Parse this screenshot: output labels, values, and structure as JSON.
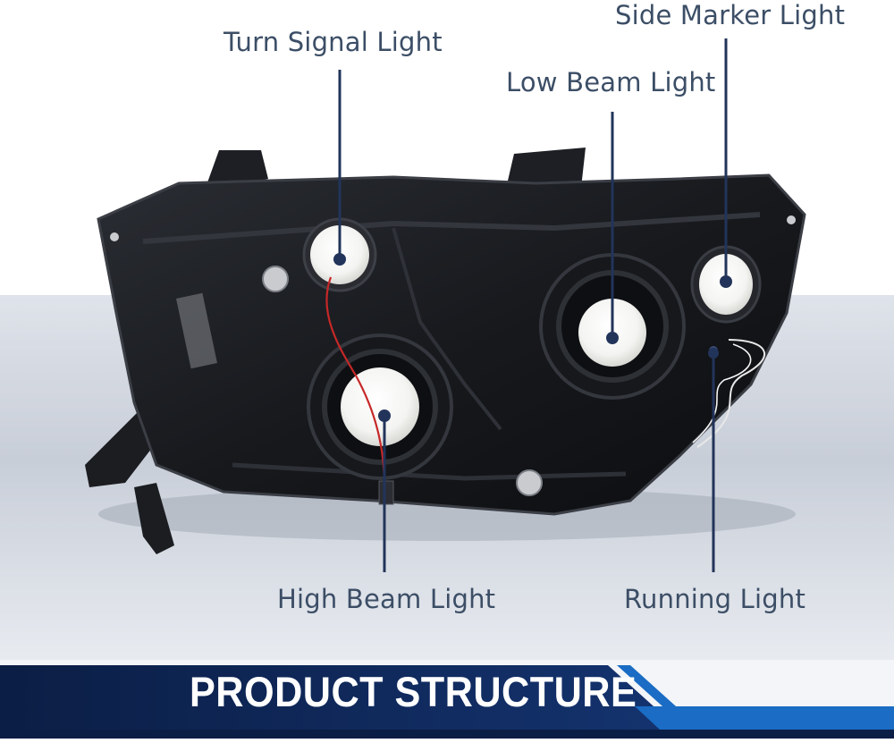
{
  "callouts": {
    "turn_signal": "Turn Signal Light",
    "side_marker": "Side Marker Light",
    "low_beam": "Low Beam Light",
    "high_beam": "High Beam Light",
    "running": "Running Light"
  },
  "banner": {
    "title": "PRODUCT STRUCTURE"
  },
  "colors": {
    "label_text": "#3c4e66",
    "leader_line": "#22345a",
    "banner_navy": "#0e2451",
    "banner_accent": "#1a6cc4"
  }
}
